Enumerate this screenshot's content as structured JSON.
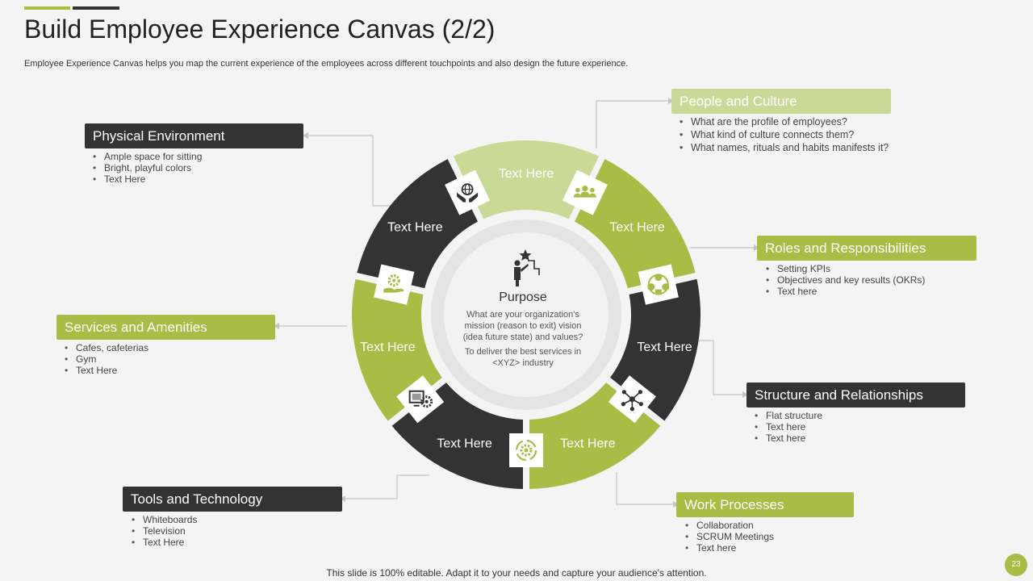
{
  "title": "Build Employee Experience Canvas (2/2)",
  "subtitle": "Employee Experience Canvas helps you map the current experience of the employees across different touchpoints and also design the future experience.",
  "colors": {
    "dark": "#333333",
    "green": "#a9bc45",
    "light_green": "#cbd996",
    "background": "#f4f4f4"
  },
  "center": {
    "icon": "person-star-icon",
    "title": "Purpose",
    "question": "What are your organization's mission (reason to exit) vision (idea future state) and values?",
    "answer": "To deliver the best services in <XYZ>  industry"
  },
  "wheel_segments": [
    {
      "label": "Text Here",
      "color": "light_green",
      "icon": "people-group-icon"
    },
    {
      "label": "Text Here",
      "color": "green",
      "icon": "how-hub-icon"
    },
    {
      "label": "Text Here",
      "color": "dark",
      "icon": "network-nodes-icon"
    },
    {
      "label": "Text Here",
      "color": "green",
      "icon": "cycle-gear-icon"
    },
    {
      "label": "Text Here",
      "color": "dark",
      "icon": "monitor-gear-icon"
    },
    {
      "label": "Text Here",
      "color": "green",
      "icon": "hand-gear-icon"
    },
    {
      "label": "Text Here",
      "color": "dark",
      "icon": "globe-hands-icon"
    }
  ],
  "sections": {
    "people_culture": {
      "title": "People and Culture",
      "items": [
        "What are the profile  of employees?",
        "What kind of culture connects them?",
        "What names, rituals and habits manifests it?"
      ]
    },
    "physical_environment": {
      "title": "Physical Environment",
      "items": [
        "Ample space for sitting",
        "Bright, playful colors",
        "Text Here"
      ]
    },
    "roles": {
      "title": "Roles and Responsibilities",
      "items": [
        "Setting KPIs",
        "Objectives and key results (OKRs)",
        "Text here"
      ]
    },
    "services": {
      "title": "Services and Amenities",
      "items": [
        "Cafes, cafeterias",
        "Gym",
        "Text Here"
      ]
    },
    "structure": {
      "title": "Structure and Relationships",
      "items": [
        "Flat structure",
        "Text here",
        "Text here"
      ]
    },
    "tools": {
      "title": "Tools and Technology",
      "items": [
        "Whiteboards",
        "Television",
        "Text Here"
      ]
    },
    "work": {
      "title": "Work Processes",
      "items": [
        "Collaboration",
        "SCRUM Meetings",
        "Text here"
      ]
    }
  },
  "footer": "This slide is 100% editable. Adapt it to your needs and capture your audience's attention.",
  "page_number": "23"
}
